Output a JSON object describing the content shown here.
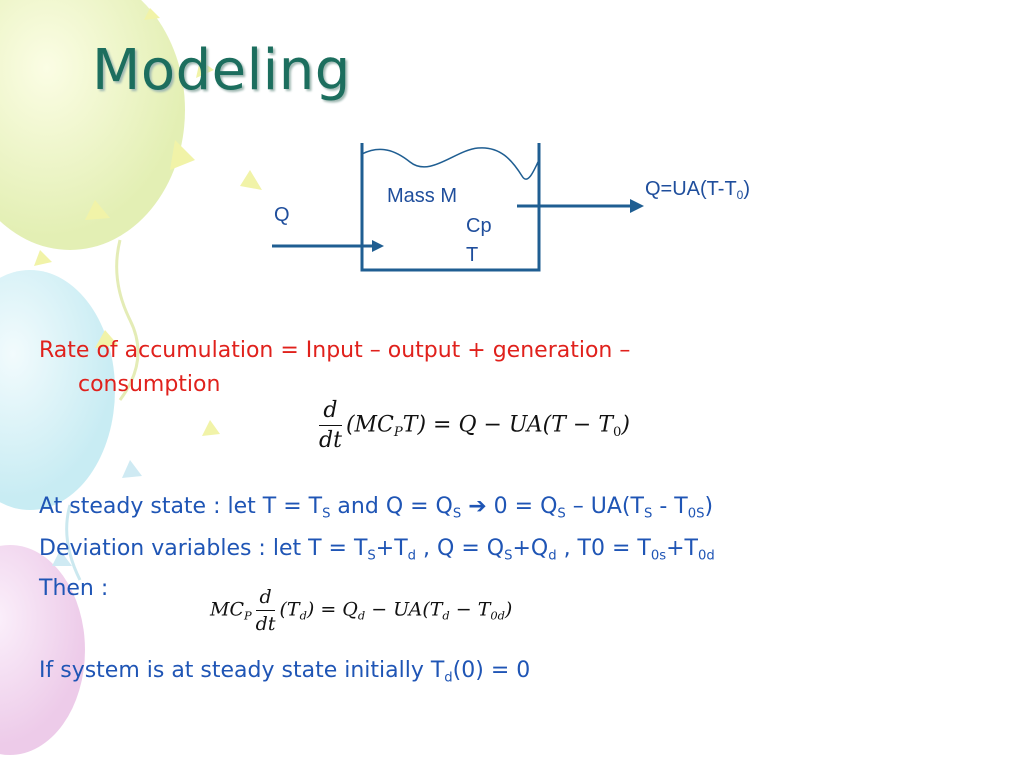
{
  "title": "Modeling",
  "diagram": {
    "input_label": "Q",
    "mass_label": "Mass  M",
    "cp_label": "Cp",
    "t_label": "T",
    "output_label_main": "Q=UA(T-T",
    "output_label_sub": "0",
    "output_label_close": ")"
  },
  "balance": {
    "line1": "Rate of accumulation = Input – output + generation –",
    "line2": "consumption"
  },
  "eq1": {
    "num": "d",
    "den": "dt",
    "left": "(MC",
    "left_sub": "P",
    "left_tail": "T) = Q − UA(T − T",
    "tail_sub": "0",
    "close": ")"
  },
  "steady": {
    "prefix": "At steady state : let T = T",
    "s1": "S",
    "mid": " and  Q = Q",
    "s2": "S",
    "arrow": "➔",
    "rhs1": "  0 = Q",
    "s3": "S",
    "rhs2": " – UA(T",
    "s4": "S",
    "rhs3": " - T",
    "s5": "0S",
    "rhs4": ")"
  },
  "deviation": {
    "prefix": "Deviation variables : let T = T",
    "a": "S",
    "b": "+T",
    "c": "d",
    "d": " , Q = Q",
    "e": "S",
    "f": "+Q",
    "g": "d",
    "h": " , T0 = T",
    "i": "0s",
    "j": "+T",
    "k": "0d"
  },
  "then": "Then :",
  "eq2": {
    "lead": "MC",
    "lead_sub": "P",
    "num": "d",
    "den": "dt",
    "a": "(T",
    "a_sub": "d",
    "b": ") = Q",
    "b_sub": "d",
    "c": " − UA(T",
    "c_sub": "d",
    "d": " − T",
    "d_sub": "0d",
    "e": ")"
  },
  "initial": {
    "prefix": "If system is at steady state initially  T",
    "sub": "d",
    "suffix": "(0) = 0"
  },
  "colors": {
    "title": "#1c6e5e",
    "body": "#1f55b5",
    "highlight": "#e0211c",
    "diagram": "#1f5e92"
  }
}
